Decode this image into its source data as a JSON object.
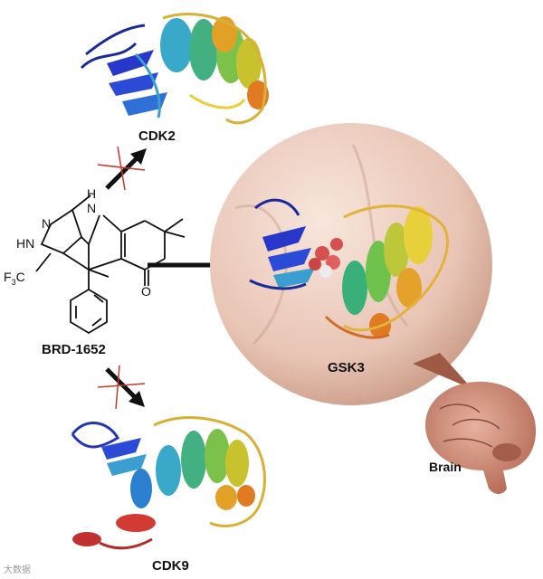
{
  "labels": {
    "cdk2": "CDK2",
    "cdk9": "CDK9",
    "gsk3": "GSK3",
    "compound": "BRD-1652",
    "brain": "Brain"
  },
  "chemistry": {
    "nh": "N",
    "h": "H",
    "n_ring": "N",
    "hn": "HN",
    "cf3": "F",
    "f3": "3",
    "c_cf3": "C",
    "ketone_o": "O"
  },
  "watermark": "大数据",
  "colors": {
    "sphere": "#e8c4b4",
    "brain": "#c9907a",
    "arrow": "#111111",
    "block": "#c0392b"
  }
}
